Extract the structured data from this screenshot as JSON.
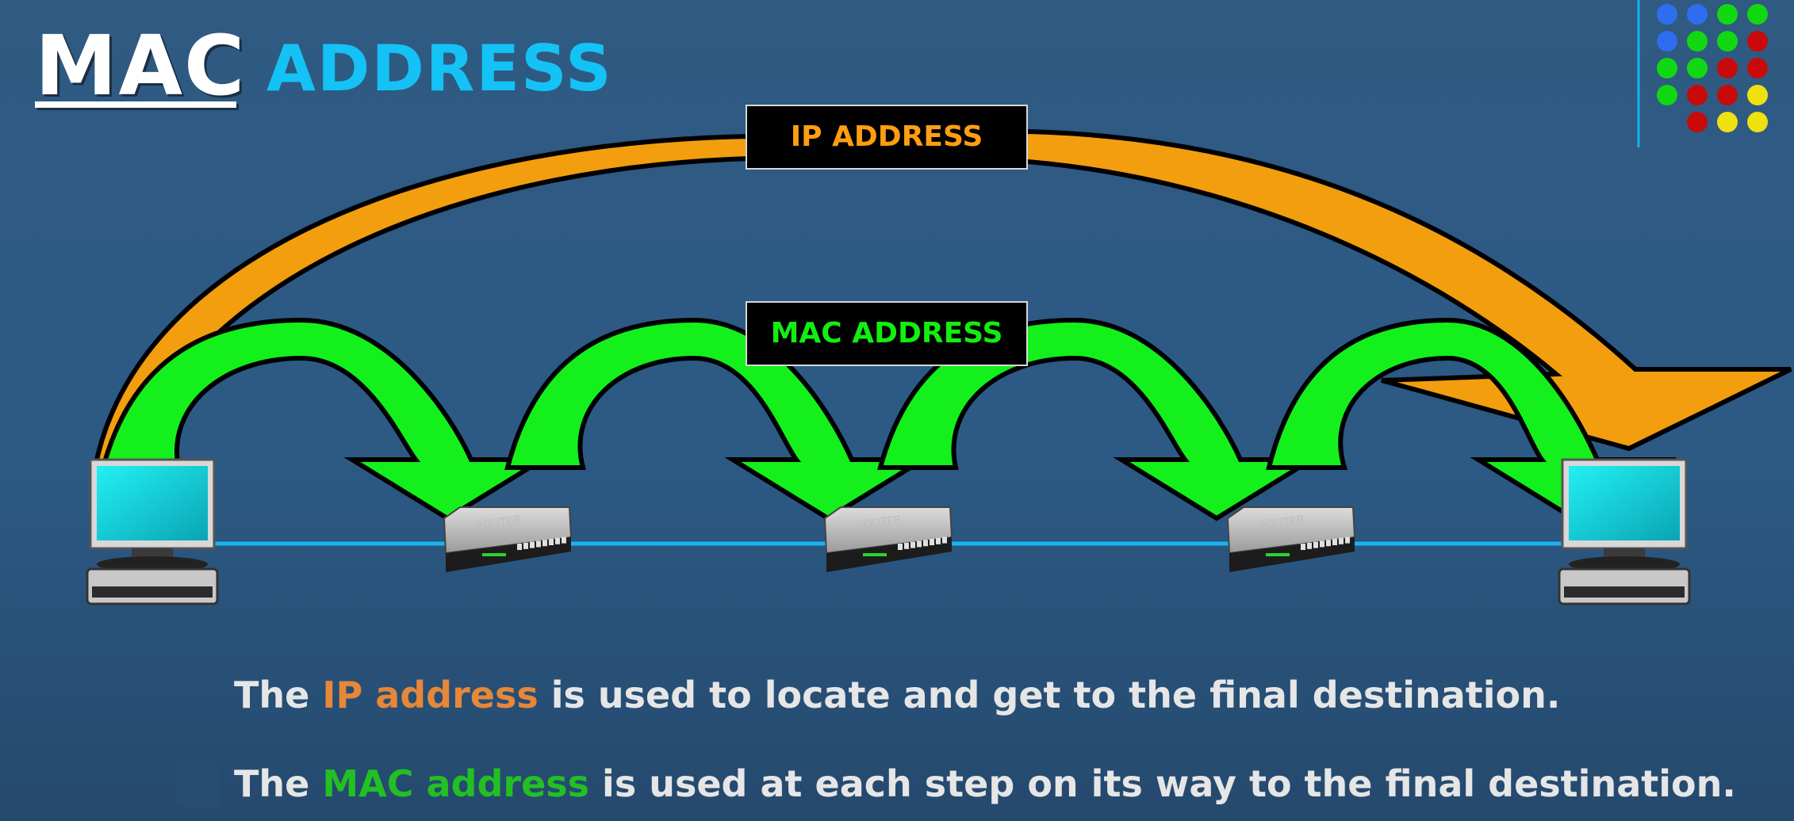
{
  "title": {
    "main": "MAC",
    "secondary": "ADDRESS"
  },
  "labels": {
    "ip_box": "IP ADDRESS",
    "mac_box": "MAC ADDRESS"
  },
  "devices": {
    "router_text": "ROUTER",
    "source": "computer",
    "destination": "computer"
  },
  "captions": {
    "line1_pre": "The ",
    "line1_hl": "IP address",
    "line1_post": " is used to locate and get to the final destination.",
    "line2_pre": "The ",
    "line2_hl": "MAC address",
    "line2_post": " is used at each step on its way to the final destination."
  },
  "colors": {
    "ip": "#ff9e12",
    "mac": "#12ee12",
    "network_line": "#18b4f0"
  },
  "legend_dots": [
    [
      "blue",
      "blue",
      "green",
      "green"
    ],
    [
      "blue",
      "green",
      "green",
      "red"
    ],
    [
      "green",
      "green",
      "red",
      "red"
    ],
    [
      "green",
      "red",
      "red",
      "yellow"
    ],
    [
      "",
      "red",
      "yellow",
      "yellow"
    ]
  ]
}
